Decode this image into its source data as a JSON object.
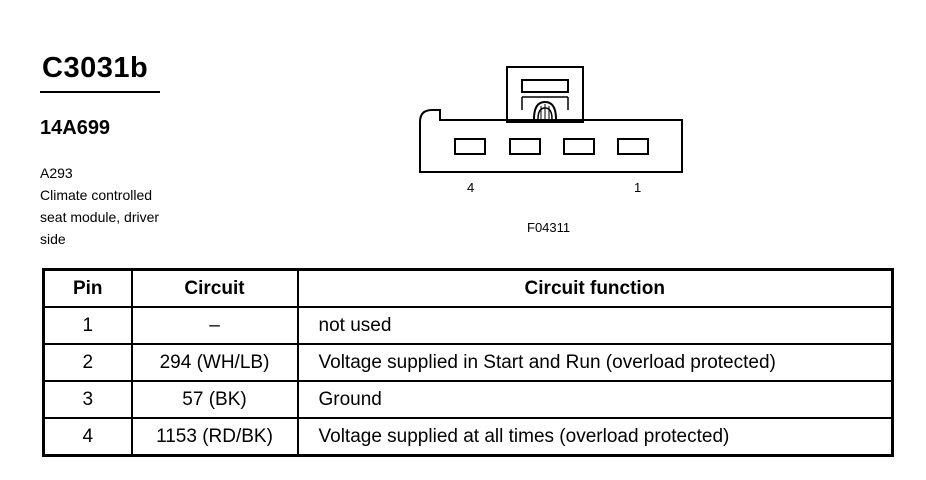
{
  "header": {
    "connector_id": "C3031b",
    "part_number": "14A699",
    "description_lines": [
      "A293",
      "Climate controlled",
      "seat module, driver",
      "side"
    ]
  },
  "connector_diagram": {
    "pin_label_left": "4",
    "pin_label_right": "1",
    "figure_id": "F04311"
  },
  "table": {
    "headers": [
      "Pin",
      "Circuit",
      "Circuit function"
    ],
    "rows": [
      {
        "pin": "1",
        "circuit": "–",
        "function": "not used"
      },
      {
        "pin": "2",
        "circuit": "294 (WH/LB)",
        "function": "Voltage supplied in Start and Run (overload protected)"
      },
      {
        "pin": "3",
        "circuit": "57 (BK)",
        "function": "Ground"
      },
      {
        "pin": "4",
        "circuit": "1153 (RD/BK)",
        "function": "Voltage supplied at all times (overload protected)"
      }
    ]
  }
}
